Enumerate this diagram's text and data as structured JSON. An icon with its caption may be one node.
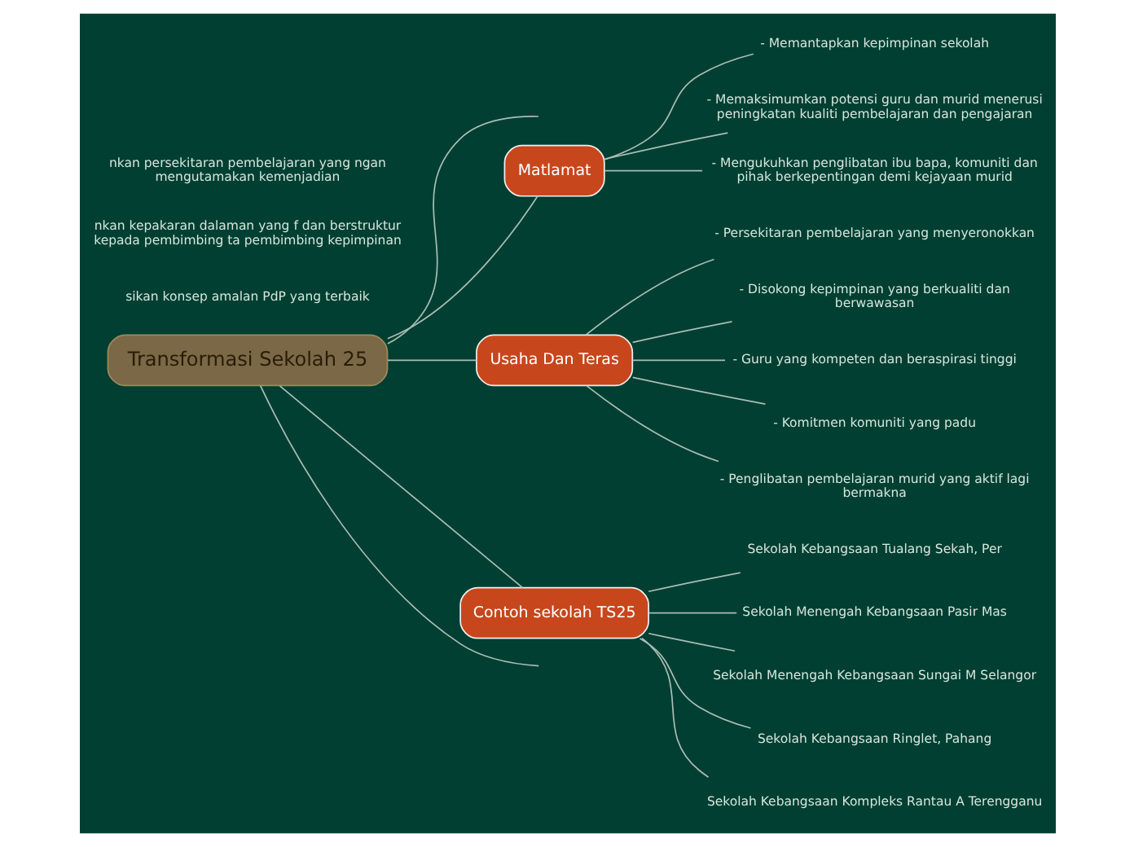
{
  "diagram": {
    "nodes": [
      {
        "text": [
          "Transformasi Sekolah 25"
        ]
      },
      {
        "text": [
          "Matlamat"
        ]
      },
      {
        "text": [
          "Usaha Dan Teras"
        ]
      },
      {
        "text": [
          "Contoh sekolah TS25"
        ]
      },
      {
        "text": [
          "sikan konsep amalan PdP yang terbaik"
        ]
      },
      {
        "text": [
          "nkan kepakaran dalaman yang f dan berstruktur kepada pembimbing ta pembimbing kepimpinan"
        ]
      },
      {
        "text": [
          "nkan persekitaran pembelajaran yang ngan mengutamakan kemenjadian"
        ]
      },
      {
        "text": [
          "- Memantapkan kepimpinan sekolah"
        ]
      },
      {
        "text": [
          "- Memaksimumkan potensi guru dan murid menerusi peningkatan kualiti pembelajaran dan pengajaran"
        ]
      },
      {
        "text": [
          "- Mengukuhkan penglibatan ibu bapa, komuniti dan pihak berkepentingan demi kejayaan murid"
        ]
      },
      {
        "text": [
          "- Persekitaran pembelajaran yang menyeronokkan"
        ]
      },
      {
        "text": [
          "- Disokong kepimpinan yang berkualiti dan berwawasan"
        ]
      },
      {
        "text": [
          "- Guru yang kompeten dan beraspirasi tinggi"
        ]
      },
      {
        "text": [
          "- Komitmen komuniti yang padu"
        ]
      },
      {
        "text": [
          "- Penglibatan pembelajaran murid yang aktif lagi bermakna"
        ]
      },
      {
        "text": [
          "Sekolah Kebangsaan Tualang Sekah, Per"
        ]
      },
      {
        "text": [
          "Sekolah Menengah Kebangsaan Pasir Mas"
        ]
      },
      {
        "text": [
          "Sekolah Menengah Kebangsaan Sungai M Selangor"
        ]
      },
      {
        "text": [
          "Sekolah Kebangsaan Ringlet, Pahang"
        ]
      },
      {
        "text": [
          "Sekolah Kebangsaan Kompleks Rantau A Terengganu"
        ]
      }
    ],
    "edges": [
      {
        "from": 0,
        "to": null,
        "arrow": "none"
      },
      {
        "from": 0,
        "to": 1,
        "arrow": "none"
      },
      {
        "from": 0,
        "to": 2,
        "arrow": "none"
      },
      {
        "from": 0,
        "to": 3,
        "arrow": "none"
      },
      {
        "from": 0,
        "to": null,
        "arrow": "none"
      },
      {
        "from": 1,
        "to": 7,
        "arrow": "none"
      },
      {
        "from": 1,
        "to": 8,
        "arrow": "none"
      },
      {
        "from": 1,
        "to": 9,
        "arrow": "none"
      },
      {
        "from": 2,
        "to": 10,
        "arrow": "none"
      },
      {
        "from": 2,
        "to": 11,
        "arrow": "none"
      },
      {
        "from": 2,
        "to": 12,
        "arrow": "none"
      },
      {
        "from": 2,
        "to": 13,
        "arrow": "none"
      },
      {
        "from": 2,
        "to": 14,
        "arrow": "none"
      },
      {
        "from": 3,
        "to": 15,
        "arrow": "none"
      },
      {
        "from": 3,
        "to": 16,
        "arrow": "none"
      },
      {
        "from": 3,
        "to": 17,
        "arrow": "none"
      },
      {
        "from": 3,
        "to": 18,
        "arrow": "none"
      },
      {
        "from": 3,
        "to": 19,
        "arrow": "none"
      }
    ]
  }
}
